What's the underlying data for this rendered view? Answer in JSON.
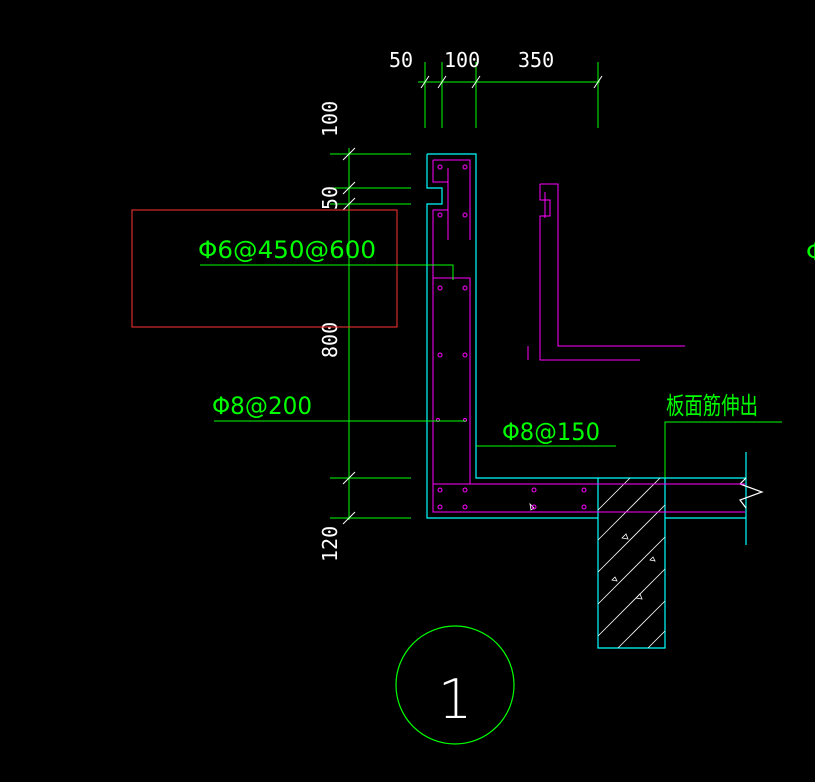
{
  "dimensions": {
    "top": [
      "50",
      "100",
      "350"
    ],
    "left": [
      "100",
      "50",
      "800",
      "120"
    ]
  },
  "rebar_labels": {
    "distribution": "Φ6@450@600",
    "wall_vertical": "Φ8@200",
    "horizontal": "Φ8@150",
    "slab_extension": "板面筋伸出"
  },
  "detail_number": "1",
  "colors": {
    "background": "#000000",
    "dimension_lines": "#00ff00",
    "dimension_text": "#ffffff",
    "concrete_outline": "#00ffff",
    "rebar": "#ff00ff",
    "highlight_box": "#ff3333",
    "detail_circle": "#00ff00"
  }
}
